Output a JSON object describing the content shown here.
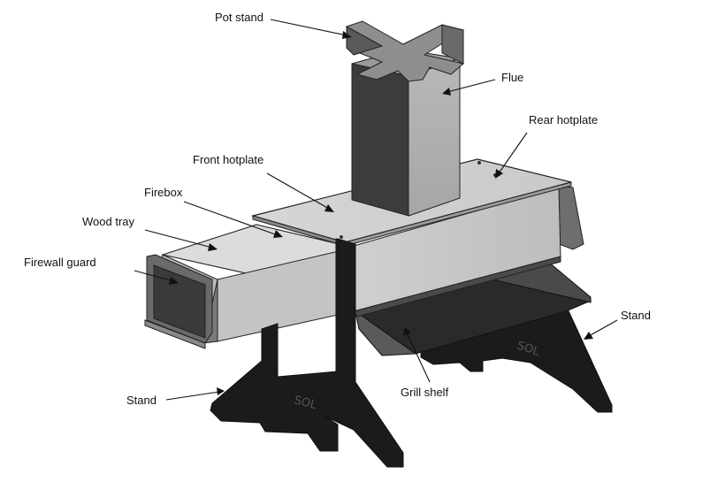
{
  "labels": {
    "pot_stand": "Pot stand",
    "flue": "Flue",
    "rear_hotplate": "Rear hotplate",
    "front_hotplate": "Front hotplate",
    "firebox": "Firebox",
    "wood_tray": "Wood tray",
    "firewall_guard": "Firewall guard",
    "stand_right": "Stand",
    "stand_left": "Stand",
    "grill_shelf": "Grill shelf"
  },
  "colors": {
    "stand": "#1b1b1b",
    "dark_panel": "#3a3a3a",
    "mid_panel": "#6e6e6e",
    "light_panel": "#c8c8c8",
    "top_surface": "#d9d9d9",
    "edge": "#222222"
  }
}
